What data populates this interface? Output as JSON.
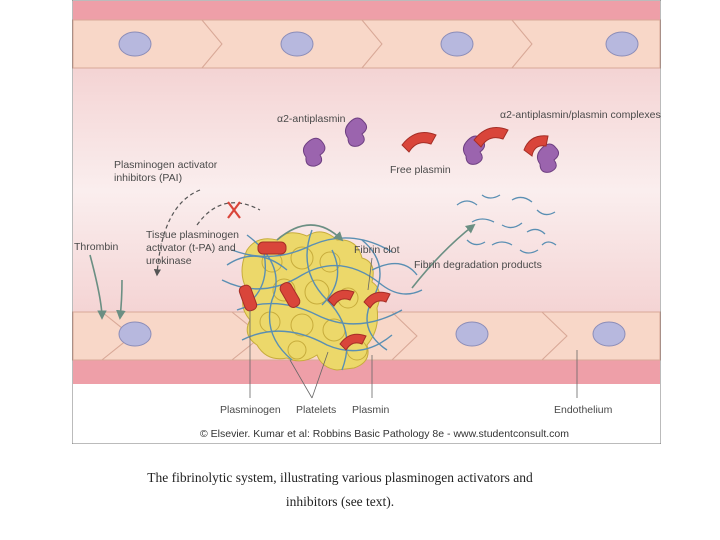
{
  "figure": {
    "labels": {
      "antiplasmin": "α2-antiplasmin",
      "complexes": "α2-antiplasmin/plasmin complexes",
      "free_plasmin": "Free plasmin",
      "pai_line1": "Plasminogen activator",
      "pai_line2": "inhibitors (PAI)",
      "tpa_line1": "Tissue plasminogen",
      "tpa_line2": "activator (t-PA) and",
      "tpa_line3": "urokinase",
      "thrombin": "Thrombin",
      "fibrin_clot": "Fibrin clot",
      "fdp": "Fibrin degradation products",
      "plasminogen": "Plasminogen",
      "platelets": "Platelets",
      "plasmin": "Plasmin",
      "endothelium": "Endothelium"
    },
    "copyright": "© Elsevier. Kumar et al: Robbins Basic Pathology 8e - www.studentconsult.com",
    "colors": {
      "endothelium": "#f8d7c8",
      "nucleus": "#b7b8de",
      "lumen": "#f7e6e6",
      "platelet": "#ecd86a",
      "plasmin": "#d9453a",
      "antiplasmin": "#9b64ae",
      "fibrin": "#5a8fb3",
      "vessel_wall": "#ee9fa8"
    }
  },
  "caption": {
    "line1": "The fibrinolytic system, illustrating various plasminogen activators and",
    "line2": "inhibitors (see text)."
  }
}
